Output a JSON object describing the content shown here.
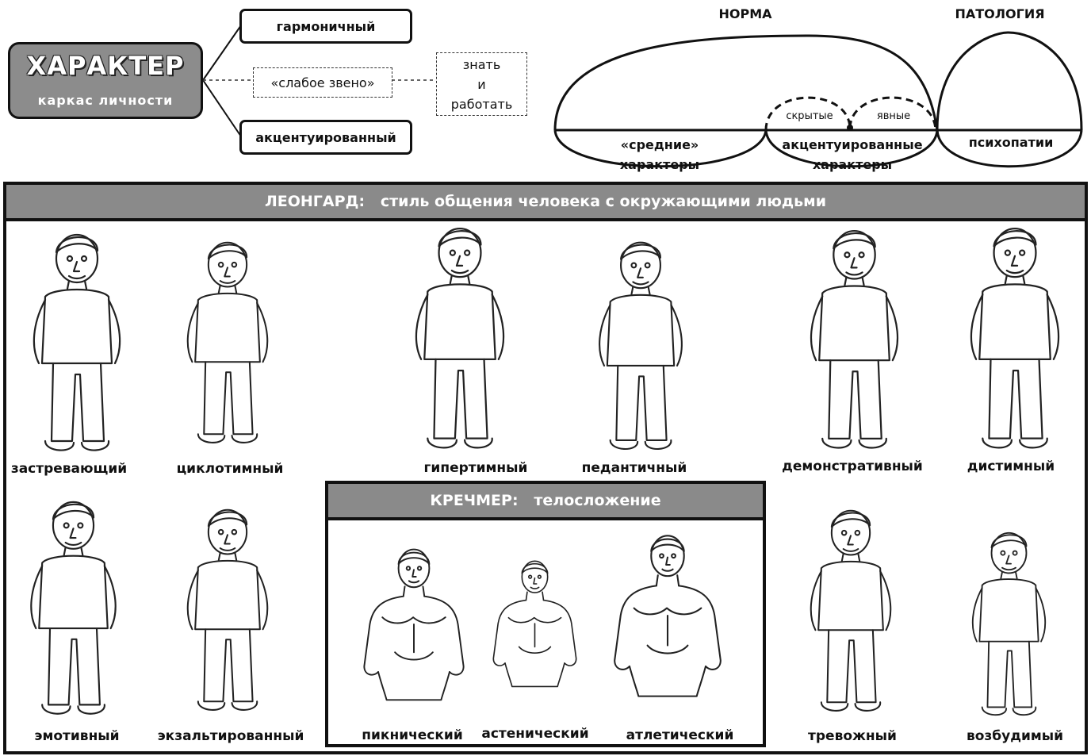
{
  "character": {
    "title": "ХАРАКТЕР",
    "subtitle": "каркас личности",
    "branches": {
      "harmonic": "гармоничный",
      "weak_link": "«слабое звено»",
      "accentuated": "акцентуированный"
    },
    "know_lines": [
      "знать",
      "и",
      "работать"
    ]
  },
  "norm_diagram": {
    "norma_label": "НОРМА",
    "pathology_label": "ПАТОЛОГИЯ",
    "hidden_label": "скрытые",
    "explicit_label": "явные",
    "average_lines": [
      "«средние»",
      "характеры"
    ],
    "accent_lines": [
      "акцентуированные",
      "характеры"
    ],
    "psychopathy_label": "психопатии"
  },
  "leonhard": {
    "header": "ЛЕОНГАРД:   стиль общения человека с окружающими людьми",
    "types": {
      "t1": "застревающий",
      "t2": "циклотимный",
      "t3": "гипертимный",
      "t4": "педантичный",
      "t5": "демонстративный",
      "t6": "дистимный",
      "t7": "эмотивный",
      "t8": "экзальтированный",
      "t9": "тревожный",
      "t10": "возбудимый"
    }
  },
  "kretschmer": {
    "header": "КРЕЧМЕР:   телосложение",
    "types": {
      "k1": "пикнический",
      "k2": "астенический",
      "k3": "атлетический"
    }
  }
}
